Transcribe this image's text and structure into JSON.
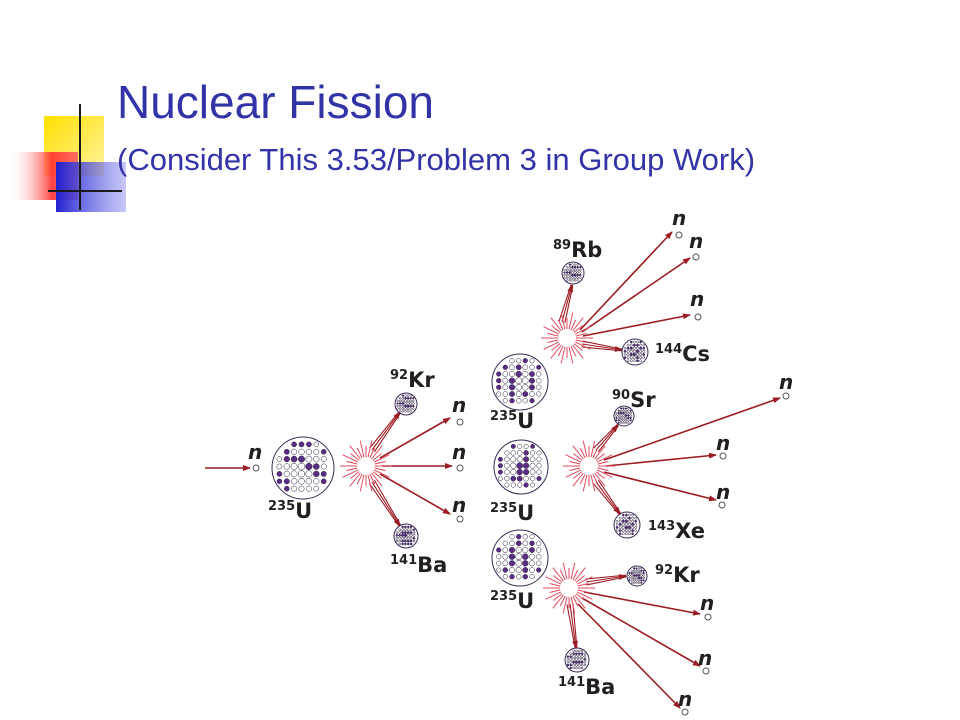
{
  "slide": {
    "title": "Nuclear Fission",
    "subtitle": "(Consider This 3.53/Problem 3 in Group Work)"
  },
  "colors": {
    "title": "#3333a8",
    "arrow": "#9c1c24",
    "nucleus_dark": "#5a2d82",
    "nucleus_light": "#ffffff",
    "deco_yellow": "#ffd800",
    "deco_red": "#ff4040",
    "deco_blue": "#2727d6"
  },
  "diagram": {
    "neutron_symbol": "n",
    "nuclei": [
      {
        "mass": "235",
        "symbol": "U"
      },
      {
        "mass": "92",
        "symbol": "Kr"
      },
      {
        "mass": "141",
        "symbol": "Ba"
      },
      {
        "mass": "235",
        "symbol": "U"
      },
      {
        "mass": "235",
        "symbol": "U"
      },
      {
        "mass": "235",
        "symbol": "U"
      },
      {
        "mass": "89",
        "symbol": "Rb"
      },
      {
        "mass": "144",
        "symbol": "Cs"
      },
      {
        "mass": "90",
        "symbol": "Sr"
      },
      {
        "mass": "143",
        "symbol": "Xe"
      },
      {
        "mass": "92",
        "symbol": "Kr"
      },
      {
        "mass": "141",
        "symbol": "Ba"
      }
    ]
  }
}
